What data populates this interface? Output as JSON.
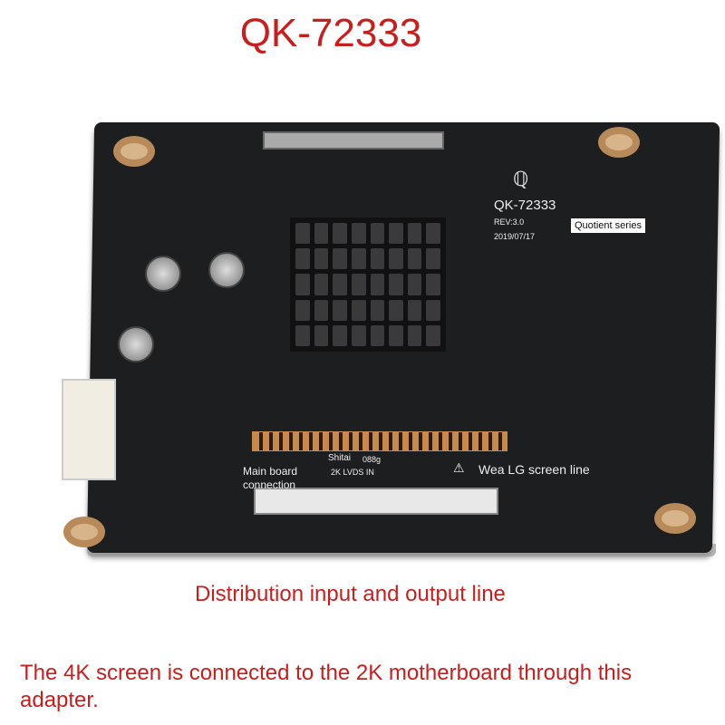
{
  "title": "QK-72333",
  "board": {
    "model": "QK-72333",
    "rev": "REV:3.0",
    "date": "2019/07/17",
    "series_label": "Quotient series",
    "main_board_label": "Main board connection",
    "shitai_label": "Shitai",
    "weight_label": "088g",
    "lvds_label": "2K LVDS IN",
    "screen_line_label": "Wea LG screen line"
  },
  "captions": {
    "distribution": "Distribution input and output line",
    "description": "The 4K screen is connected to the 2K motherboard through this adapter."
  },
  "colors": {
    "caption": "#c81e1e",
    "pcb": "#1d1e20"
  }
}
